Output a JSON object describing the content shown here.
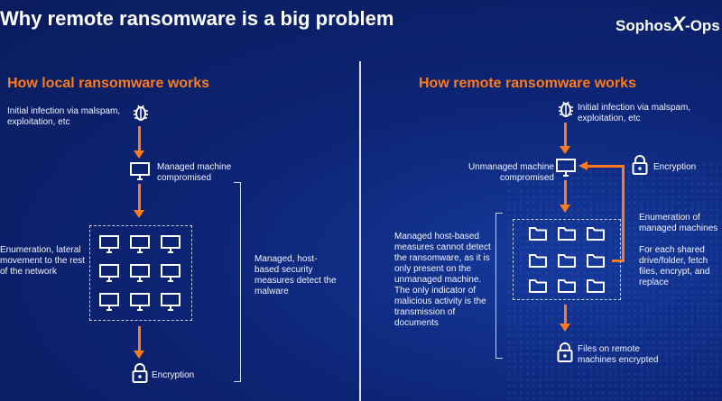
{
  "title": "Why remote ransomware is a big problem",
  "brand": {
    "name": "Sophos",
    "x": "X",
    "suffix": "-Ops"
  },
  "left": {
    "heading": "How local ransomware works",
    "step1": "Initial infection via malspam, exploitation, etc",
    "step2": "Managed machine compromised",
    "step3": "Enumeration, lateral movement to the rest of the network",
    "side_note": "Managed, host-based security measures detect the malware",
    "step4": "Encryption"
  },
  "right": {
    "heading": "How remote ransomware works",
    "step1": "Initial infection via malspam, exploitation, etc",
    "step2": "Unmanaged machine compromised",
    "encryption": "Encryption",
    "enum": "Enumeration of managed machines",
    "shared": "For each shared drive/folder, fetch files, encrypt, and replace",
    "side_note": "Managed host-based measures cannot detect the ransomware, as it is only present on the unmanaged machine. The only indicator of malicious activity is the transmission of documents",
    "result": "Files on remote machines encrypted"
  },
  "colors": {
    "accent": "#ff7a1a",
    "background": "#0c2475"
  },
  "icons": [
    "bug-icon",
    "monitor-icon",
    "lock-icon",
    "folder-icon"
  ]
}
